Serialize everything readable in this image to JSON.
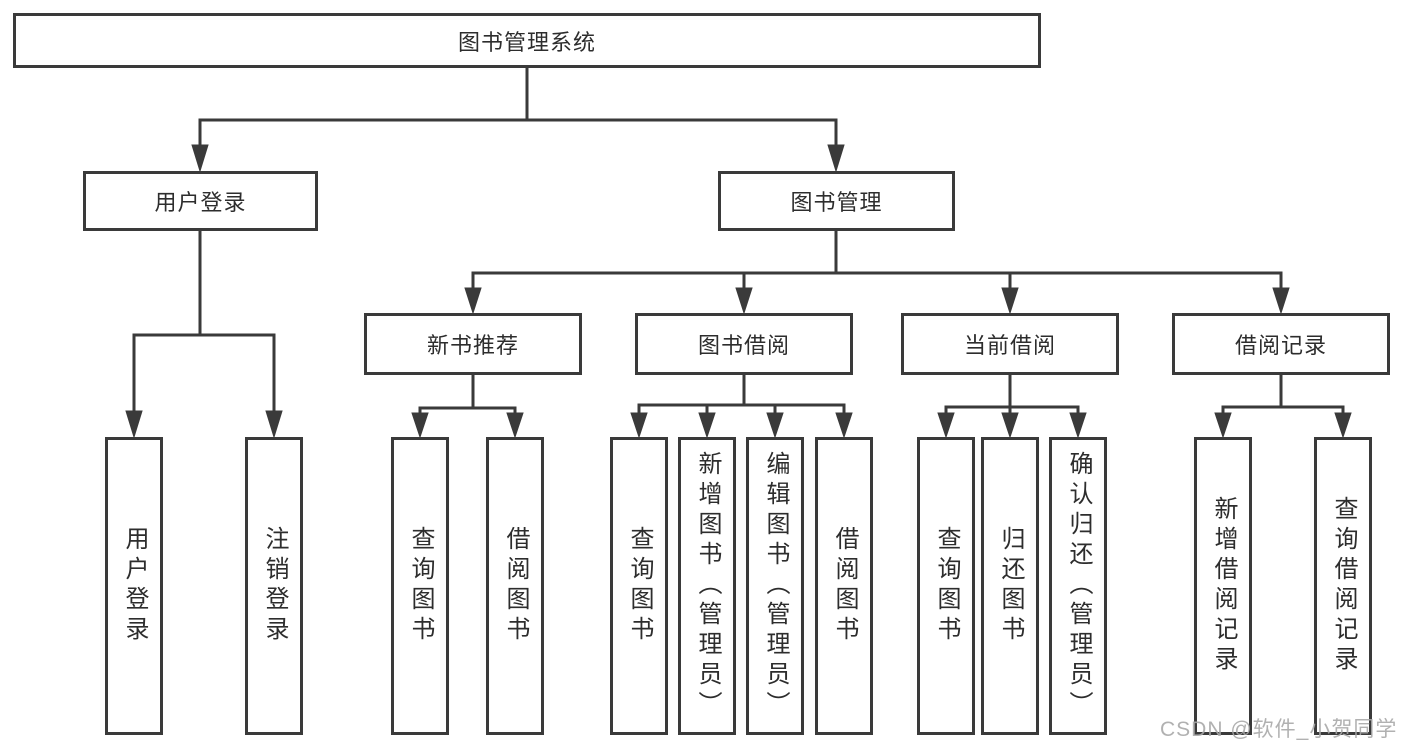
{
  "diagram": {
    "root": {
      "label": "图书管理系统"
    },
    "level2": {
      "user_login": {
        "label": "用户登录"
      },
      "book_mgmt": {
        "label": "图书管理"
      }
    },
    "level3": {
      "new_book_rec": {
        "label": "新书推荐"
      },
      "book_borrow": {
        "label": "图书借阅"
      },
      "current_borrow": {
        "label": "当前借阅"
      },
      "borrow_record": {
        "label": "借阅记录"
      }
    },
    "leaves": {
      "login_user": {
        "label": "用户登录"
      },
      "login_logout": {
        "label": "注销登录"
      },
      "rec_query_book": {
        "label": "查询图书"
      },
      "rec_borrow_book": {
        "label": "借阅图书"
      },
      "bb_query_book": {
        "label": "查询图书"
      },
      "bb_add_book": {
        "label": "新增图书（管理员）"
      },
      "bb_edit_book": {
        "label": "编辑图书（管理员）"
      },
      "bb_borrow_book": {
        "label": "借阅图书"
      },
      "cb_query_book": {
        "label": "查询图书"
      },
      "cb_return_book": {
        "label": "归还图书"
      },
      "cb_confirm_return": {
        "label": "确认归还（管理员）"
      },
      "br_add_record": {
        "label": "新增借阅记录"
      },
      "br_query_record": {
        "label": "查询借阅记录"
      }
    }
  },
  "watermark": {
    "text": "CSDN @软件_小贺同学"
  },
  "colors": {
    "line": "#3a3a3a",
    "text": "#2d2d2d",
    "watermark": "#a8a8a8"
  }
}
